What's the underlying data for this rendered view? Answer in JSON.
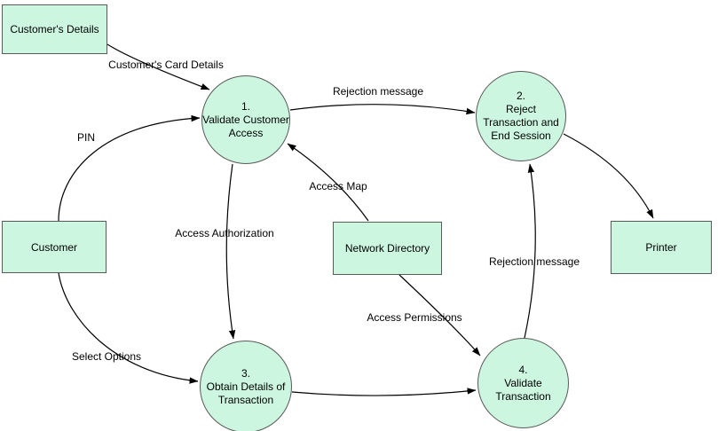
{
  "diagram": {
    "type": "data-flow-diagram",
    "colors": {
      "shape_fill": "#ccf6e0",
      "shape_border": "#595959",
      "arrow": "#000000",
      "text": "#000000",
      "background": "#ffffff"
    },
    "entities": [
      {
        "id": "customers-details",
        "label": "Customer's Details"
      },
      {
        "id": "customer",
        "label": "Customer"
      },
      {
        "id": "network-directory",
        "label": "Network Directory"
      },
      {
        "id": "printer",
        "label": "Printer"
      }
    ],
    "processes": [
      {
        "id": "process-1",
        "label": "1.\nValidate Customer\nAccess"
      },
      {
        "id": "process-2",
        "label": "2.\nReject\nTransaction and\nEnd Session"
      },
      {
        "id": "process-3",
        "label": "3.\nObtain Details of\nTransaction"
      },
      {
        "id": "process-4",
        "label": "4.\nValidate\nTransaction"
      }
    ],
    "flows": [
      {
        "from": "customers-details",
        "to": "process-1",
        "label": "Customer's Card Details"
      },
      {
        "from": "customer",
        "to": "process-1",
        "label": "PIN"
      },
      {
        "from": "process-1",
        "to": "process-2",
        "label": "Rejection message"
      },
      {
        "from": "network-directory",
        "to": "process-1",
        "label": "Access Map"
      },
      {
        "from": "process-1",
        "to": "process-3",
        "label": "Access Authorization"
      },
      {
        "from": "customer",
        "to": "process-3",
        "label": "Select Options"
      },
      {
        "from": "process-3",
        "to": "process-4",
        "label": ""
      },
      {
        "from": "network-directory",
        "to": "process-4",
        "label": "Access Permissions"
      },
      {
        "from": "process-4",
        "to": "process-2",
        "label": "Rejection message"
      },
      {
        "from": "process-2",
        "to": "printer",
        "label": ""
      }
    ]
  }
}
